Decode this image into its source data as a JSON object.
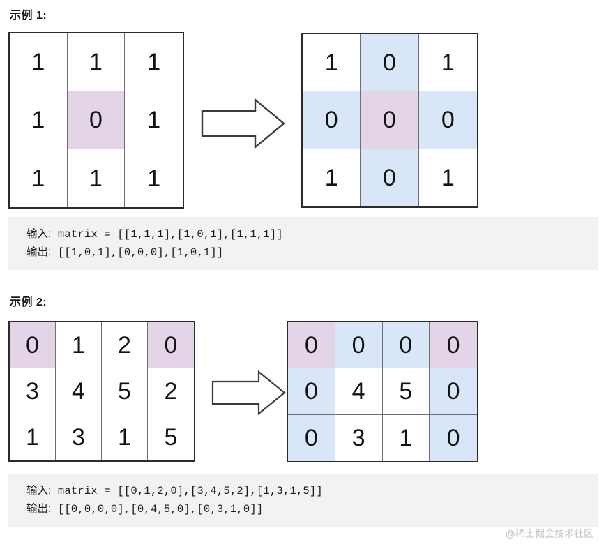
{
  "examples": [
    {
      "title": "示例 1:",
      "input_matrix": {
        "rows": 3,
        "cols": 3,
        "cells": [
          [
            {
              "v": "1",
              "hl": "none"
            },
            {
              "v": "1",
              "hl": "none"
            },
            {
              "v": "1",
              "hl": "none"
            }
          ],
          [
            {
              "v": "1",
              "hl": "none"
            },
            {
              "v": "0",
              "hl": "purple"
            },
            {
              "v": "1",
              "hl": "none"
            }
          ],
          [
            {
              "v": "1",
              "hl": "none"
            },
            {
              "v": "1",
              "hl": "none"
            },
            {
              "v": "1",
              "hl": "none"
            }
          ]
        ]
      },
      "output_matrix": {
        "rows": 3,
        "cols": 3,
        "cells": [
          [
            {
              "v": "1",
              "hl": "none"
            },
            {
              "v": "0",
              "hl": "blue"
            },
            {
              "v": "1",
              "hl": "none"
            }
          ],
          [
            {
              "v": "0",
              "hl": "blue"
            },
            {
              "v": "0",
              "hl": "purple"
            },
            {
              "v": "0",
              "hl": "blue"
            }
          ],
          [
            {
              "v": "1",
              "hl": "none"
            },
            {
              "v": "0",
              "hl": "blue"
            },
            {
              "v": "1",
              "hl": "none"
            }
          ]
        ]
      },
      "input_label": "输入:",
      "input_text": " matrix = [[1,1,1],[1,0,1],[1,1,1]]",
      "output_label": "输出:",
      "output_text": " [[1,0,1],[0,0,0],[1,0,1]]"
    },
    {
      "title": "示例 2:",
      "input_matrix": {
        "rows": 3,
        "cols": 4,
        "cells": [
          [
            {
              "v": "0",
              "hl": "purple"
            },
            {
              "v": "1",
              "hl": "none"
            },
            {
              "v": "2",
              "hl": "none"
            },
            {
              "v": "0",
              "hl": "purple"
            }
          ],
          [
            {
              "v": "3",
              "hl": "none"
            },
            {
              "v": "4",
              "hl": "none"
            },
            {
              "v": "5",
              "hl": "none"
            },
            {
              "v": "2",
              "hl": "none"
            }
          ],
          [
            {
              "v": "1",
              "hl": "none"
            },
            {
              "v": "3",
              "hl": "none"
            },
            {
              "v": "1",
              "hl": "none"
            },
            {
              "v": "5",
              "hl": "none"
            }
          ]
        ]
      },
      "output_matrix": {
        "rows": 3,
        "cols": 4,
        "cells": [
          [
            {
              "v": "0",
              "hl": "purple"
            },
            {
              "v": "0",
              "hl": "blue"
            },
            {
              "v": "0",
              "hl": "blue"
            },
            {
              "v": "0",
              "hl": "purple"
            }
          ],
          [
            {
              "v": "0",
              "hl": "blue"
            },
            {
              "v": "4",
              "hl": "none"
            },
            {
              "v": "5",
              "hl": "none"
            },
            {
              "v": "0",
              "hl": "blue"
            }
          ],
          [
            {
              "v": "0",
              "hl": "blue"
            },
            {
              "v": "3",
              "hl": "none"
            },
            {
              "v": "1",
              "hl": "none"
            },
            {
              "v": "0",
              "hl": "blue"
            }
          ]
        ]
      },
      "input_label": "输入:",
      "input_text": " matrix = [[0,1,2,0],[3,4,5,2],[1,3,1,5]]",
      "output_label": "输出:",
      "output_text": " [[0,0,0,0],[0,4,5,0],[0,3,1,0]]"
    }
  ],
  "arrow_icon": "right-arrow",
  "watermark": "@稀土掘金技术社区",
  "colors": {
    "highlight_purple": "#e3d5e7",
    "highlight_blue": "#d8e6f8",
    "code_background": "#f2f2f2",
    "grid_border": "#2b2b2b",
    "grid_line": "#6f6f72",
    "watermark_text": "#c2c2c2"
  }
}
